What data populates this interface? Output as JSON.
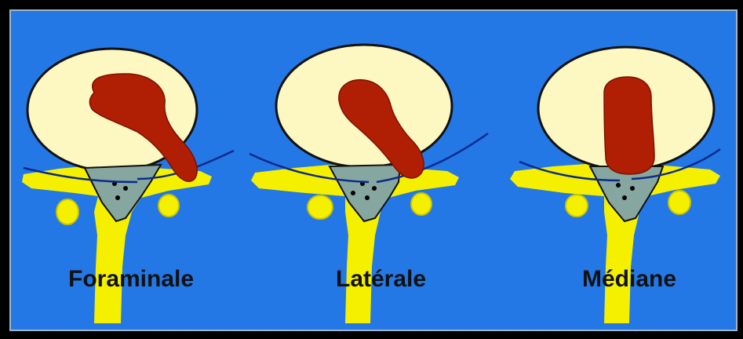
{
  "colors": {
    "frame": "#000000",
    "background": "#2378e6",
    "inner_border": "#9fb6c8",
    "disc": "#fdf7c2",
    "herniation": "#b01e04",
    "bone": "#f5f000",
    "canal": "#86a6a0",
    "nerve_line": "#0a2a8c",
    "outline": "#111111"
  },
  "panels": [
    {
      "id": "foraminale",
      "label": "Foraminale",
      "herniation_type": "foraminal"
    },
    {
      "id": "laterale",
      "label": "Latérale",
      "herniation_type": "lateral"
    },
    {
      "id": "mediane",
      "label": "Médiane",
      "herniation_type": "median"
    }
  ]
}
